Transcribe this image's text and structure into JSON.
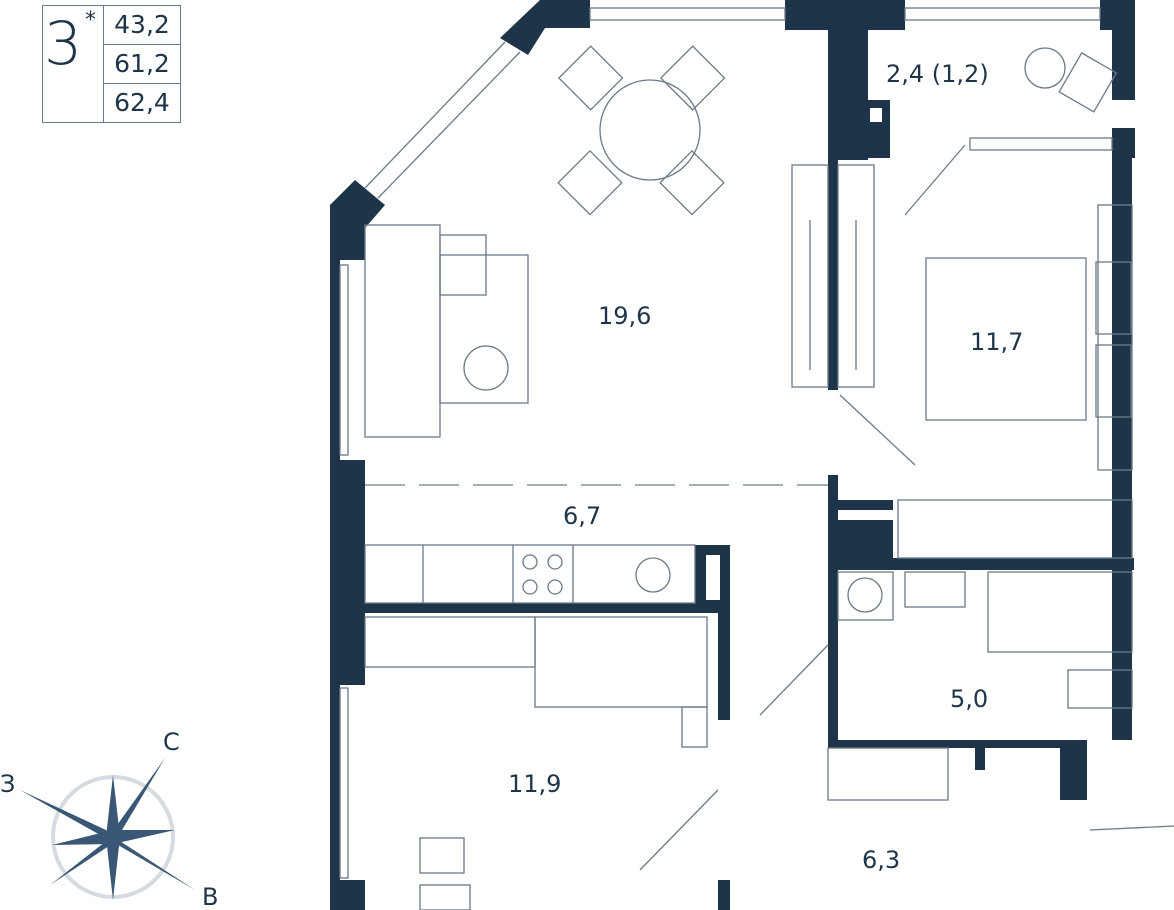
{
  "legend": {
    "rooms": "3",
    "mark": "*",
    "living_area": "43,2",
    "total_area": "61,2",
    "total_area_with_balcony": "62,4"
  },
  "rooms": {
    "living_room": "19,6",
    "kitchen": "6,7",
    "bedroom_1": "11,7",
    "bedroom_2": "11,9",
    "bathroom": "5,0",
    "hallway": "6,3",
    "balcony": "2,4 (1,2)"
  },
  "compass": {
    "north": "С",
    "west": "З",
    "east": "В"
  },
  "colors": {
    "wall": "#1e3448",
    "compass": "#3a5775",
    "line": "#6b7a88"
  }
}
